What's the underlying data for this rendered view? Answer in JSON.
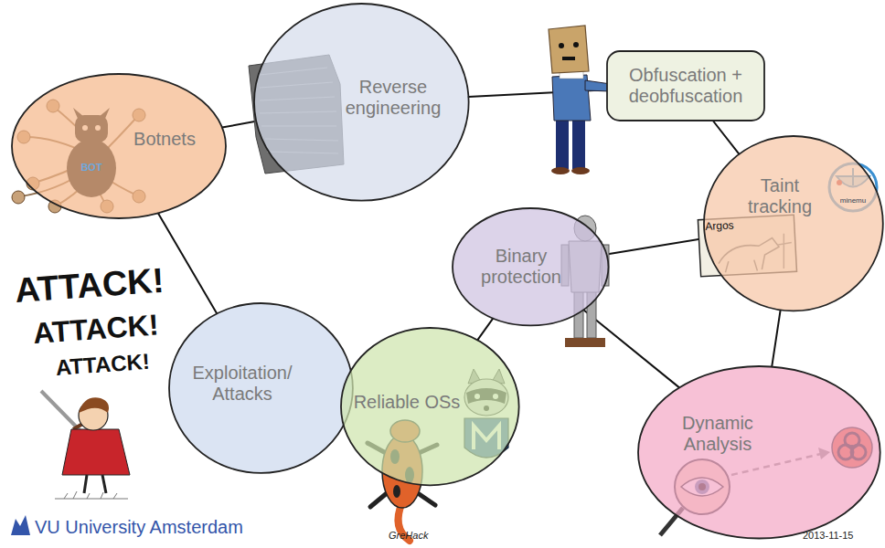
{
  "diagram": {
    "nodes": [
      {
        "text": [
          "Botnets"
        ]
      },
      {
        "text": [
          "Reverse engineering"
        ]
      },
      {
        "text": [
          "Obfuscation + deobfuscation"
        ]
      },
      {
        "text": [
          "Taint tracking"
        ]
      },
      {
        "text": [
          "Binary protection"
        ]
      },
      {
        "text": [
          "Exploitation/ Attacks"
        ]
      },
      {
        "text": [
          "Reliable OSs"
        ]
      },
      {
        "text": [
          "Dynamic Analysis"
        ]
      }
    ],
    "edges": [
      {
        "from": 0,
        "to": 1,
        "arrow": "none"
      },
      {
        "from": 1,
        "to": 2,
        "arrow": "none"
      },
      {
        "from": 2,
        "to": 3,
        "arrow": "none"
      },
      {
        "from": 3,
        "to": 4,
        "arrow": "none"
      },
      {
        "from": 3,
        "to": 7,
        "arrow": "none"
      },
      {
        "from": 4,
        "to": 7,
        "arrow": "none"
      },
      {
        "from": 4,
        "to": 6,
        "arrow": "none"
      },
      {
        "from": 0,
        "to": 5,
        "arrow": "none"
      }
    ],
    "labels": [
      "BOT",
      "ATTACK!",
      "ATTACK!",
      "ATTACK!",
      "Argos",
      "minemu",
      "VU University Amsterdam",
      "GreHack",
      "2013-11-15"
    ]
  }
}
